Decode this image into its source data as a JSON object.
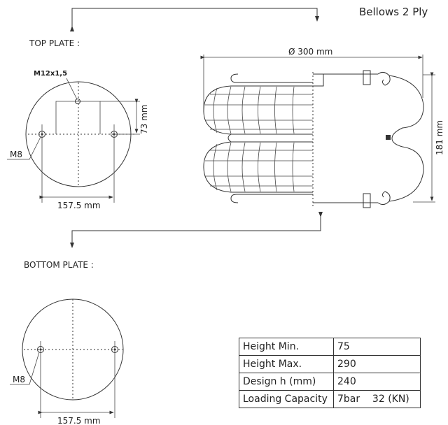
{
  "title": "Bellows 2 Ply",
  "top_plate": {
    "label": "TOP PLATE :",
    "thread": "M12x1,5",
    "bolt": "M8",
    "hole_spacing": "157.5 mm",
    "offset": "73 mm"
  },
  "bellows": {
    "diameter": "Ø 300 mm",
    "height": "181 mm"
  },
  "bottom_plate": {
    "label": "BOTTOM PLATE :",
    "bolt": "M8",
    "hole_spacing": "157.5 mm"
  },
  "specs": [
    {
      "label": "Height Min.",
      "value": "75"
    },
    {
      "label": "Height Max.",
      "value": "290"
    },
    {
      "label": "Design h (mm)",
      "value": "240"
    },
    {
      "label": "Loading Capacity",
      "value": "7bar    32 (KN)"
    }
  ],
  "colors": {
    "line": "#333333",
    "background": "#ffffff"
  }
}
